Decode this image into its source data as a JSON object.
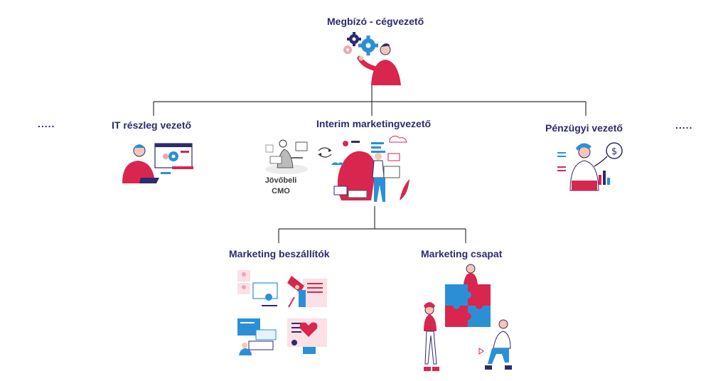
{
  "nodes": {
    "top": "Megbízó - cégvezető",
    "it": "IT részleg vezető",
    "interim": "Interim marketingvezető",
    "finance": "Pénzügyi vezető",
    "suppliers": "Marketing beszállítók",
    "team": "Marketing csapat"
  },
  "future_cmo": {
    "line1": "Jövőbeli",
    "line2": "CMO"
  },
  "ellipsis_left": ".....",
  "ellipsis_right": ".....",
  "colors": {
    "navy": "#2d2a6e",
    "red": "#d8264f",
    "blue": "#2b8fd6",
    "pink": "#f0a5b5",
    "line": "#333333"
  }
}
